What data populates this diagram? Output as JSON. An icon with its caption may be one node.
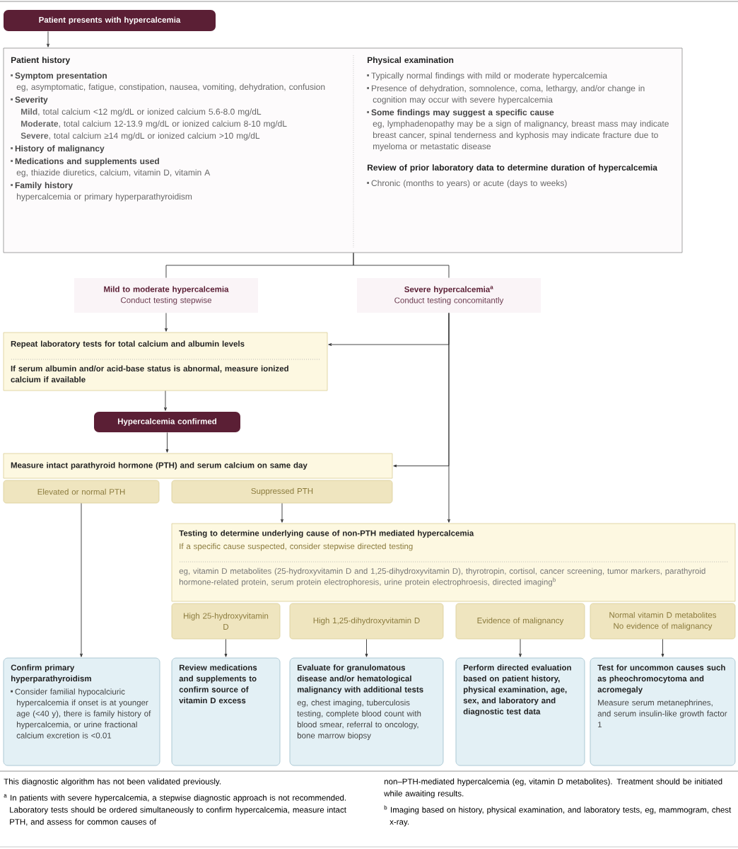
{
  "diagram": {
    "nodes": [
      {
        "text": [
          "Patient presents with hypercalcemia"
        ]
      },
      {
        "text": [
          "Patient history",
          "Symptom presentation",
          "eg, asymptomatic, fatigue, constipation, nausea, vomiting, dehydration, confusion",
          "Severity",
          "**Mild**, total calcium <12 mg/dL or ionized calcium 5.6-8.0 mg/dL",
          "**Moderate**, total calcium 12-13.9 mg/dL or ionized calcium 8-10 mg/dL",
          "**Severe**, total calcium ≥14 mg/dL or ionized calcium >10 mg/dL",
          "History of malignancy",
          "Medications and supplements used",
          "eg, thiazide diuretics, calcium, vitamin D, vitamin A",
          "Family history",
          "hypercalcemia or primary hyperparathyroidism",
          "Physical examination",
          "Typically normal findings with mild or moderate hypercalcemia",
          "Presence of dehydration, somnolence, coma, lethargy, and/or change in cognition may occur with severe hypercalcemia",
          "Some findings may suggest a specific cause",
          "eg, lymphadenopathy may be a sign of malignancy, breast mass may indicate breast cancer, spinal tenderness and kyphosis may indicate fracture due to myeloma or metastatic disease",
          "Review of prior laboratory data to determine duration of hypercalcemia",
          "Chronic (months to years) or acute (days to weeks)"
        ]
      },
      {
        "text": [
          "Mild to moderate hypercalcemia",
          "Conduct testing stepwise"
        ]
      },
      {
        "text": [
          "Severe hypercalcemia$^{a}$",
          "Conduct testing concomitantly"
        ]
      },
      {
        "text": [
          "Repeat laboratory tests for total calcium and albumin levels",
          "If serum albumin and/or acid-base status is abnormal, measure ionized calcium if available"
        ]
      },
      {
        "text": [
          "Hypercalcemia confirmed"
        ]
      },
      {
        "text": [
          "Measure intact parathyroid hormone (PTH) and serum calcium on same day"
        ]
      },
      {
        "text": [
          "Elevated or normal PTH"
        ]
      },
      {
        "text": [
          "Suppressed PTH"
        ]
      },
      {
        "text": [
          "Testing to determine underlying cause of non-PTH mediated hypercalcemia",
          "If a specific cause suspected, consider stepwise directed testing",
          "eg, vitamin D metabolites (25-hydroxyvitamin D and 1,25-dihydroxyvitamin D), thyrotropin, cortisol, cancer screening, tumor markers, parathyroid hormone-related protein, serum protein electrophoresis, urine protein electrophroesis, directed imaging$^{b}$"
        ]
      },
      {
        "text": [
          "High 25-hydroxyvitamin D"
        ]
      },
      {
        "text": [
          "High 1,25-dihydroxyvitamin D"
        ]
      },
      {
        "text": [
          "Evidence of malignancy"
        ]
      },
      {
        "text": [
          "Normal vitamin D metabolites",
          "No evidence of malignancy"
        ]
      },
      {
        "text": [
          "Confirm primary hyperparathyroidism",
          "Consider familial hypocalciuric hypercalcemia if onset is at younger age (<40 y), there is family history of hypercalcemia, or urine fractional calcium excretion is <0.01"
        ]
      },
      {
        "text": [
          "Review medications and supplements to confirm source of vitamin D excess"
        ]
      },
      {
        "text": [
          "Evaluate for granulomatous disease and/or hematological malignancy with additional tests",
          "eg, chest imaging, tuberculosis testing, complete blood count with blood smear, referral to oncology, bone marrow biopsy"
        ]
      },
      {
        "text": [
          "Perform directed evaluation based on patient history, physical examination, age, sex, and laboratory and diagnostic test data"
        ]
      },
      {
        "text": [
          "Test for uncommon causes such as pheochromocytoma and acromegaly",
          "Measure serum metanephrines, and serum insulin-like growth factor 1"
        ]
      }
    ],
    "edges": [
      {
        "from": 0,
        "to": 1,
        "arrow": "to"
      },
      {
        "from": 1,
        "to": 2,
        "arrow": "none"
      },
      {
        "from": 1,
        "to": 3,
        "arrow": "none"
      },
      {
        "from": 2,
        "to": 4,
        "arrow": "to"
      },
      {
        "from": 3,
        "to": 4,
        "arrow": "to"
      },
      {
        "from": 3,
        "to": 6,
        "arrow": "to"
      },
      {
        "from": 3,
        "to": 9,
        "arrow": "to"
      },
      {
        "from": 4,
        "to": 5,
        "arrow": "to"
      },
      {
        "from": 5,
        "to": 6,
        "arrow": "to"
      },
      {
        "from": 8,
        "to": 9,
        "arrow": "to"
      },
      {
        "from": 7,
        "to": 14,
        "arrow": "to"
      },
      {
        "from": 10,
        "to": 15,
        "arrow": "to"
      },
      {
        "from": 11,
        "to": 16,
        "arrow": "to"
      },
      {
        "from": 12,
        "to": 17,
        "arrow": "to"
      },
      {
        "from": 13,
        "to": 18,
        "arrow": "to"
      }
    ],
    "labels": [
      "This diagnostic algorithm has not been validated previously.",
      "$^{a}$ In patients with severe hypercalcemia, a stepwise diagnostic approach is not recommended. Laboratory tests should be ordered simultaneously to confirm hypercalcemia, measure intact PTH, and assess for common causes of",
      "non–PTH-mediated hypercalcemia (eg, vitamin D metabolites). Treatment should be initiated while awaiting results.",
      "$^{b}$ Imaging based on history, physical examination, and laboratory tests, eg, mammogram, chest x-ray."
    ]
  }
}
